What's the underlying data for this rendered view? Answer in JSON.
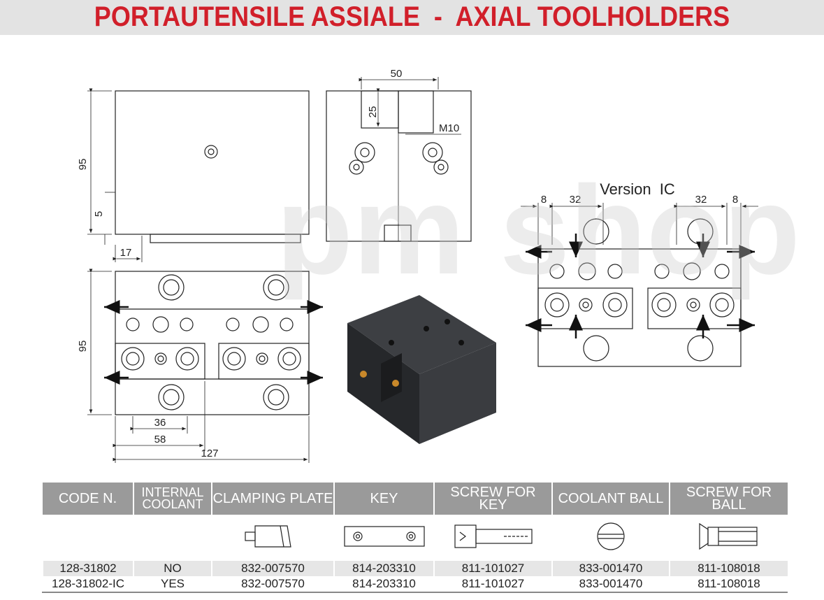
{
  "title": "PORTAUTENSILE ASSIALE  -  AXIAL TOOLHOLDERS",
  "version_label": "Version  IC",
  "dimensions": {
    "d50": "50",
    "d25": "25",
    "m10": "M10",
    "d95a": "95",
    "d5": "5",
    "d17": "17",
    "d95b": "95",
    "d36": "36",
    "d58": "58",
    "d127": "127",
    "d8a": "8",
    "d32a": "32",
    "d32b": "32",
    "d8b": "8"
  },
  "watermark": "pm shop",
  "table": {
    "headers": [
      "CODE N.",
      "INTERNAL COOLANT",
      "CLAMPING PLATE",
      "KEY",
      "SCREW FOR KEY",
      "COOLANT BALL",
      "SCREW FOR BALL"
    ],
    "header_internal_1": "INTERNAL",
    "header_internal_2": "COOLANT",
    "rows": [
      [
        "128-31802",
        "NO",
        "832-007570",
        "814-203310",
        "811-101027",
        "833-001470",
        "811-108018"
      ],
      [
        "128-31802-IC",
        "YES",
        "832-007570",
        "814-203310",
        "811-101027",
        "833-001470",
        "811-108018"
      ]
    ]
  },
  "colors": {
    "title": "#d11f2a",
    "title_bg": "#e3e3e3",
    "header_bg": "#9a9a9a",
    "row_alt": "#e6e6e6"
  }
}
